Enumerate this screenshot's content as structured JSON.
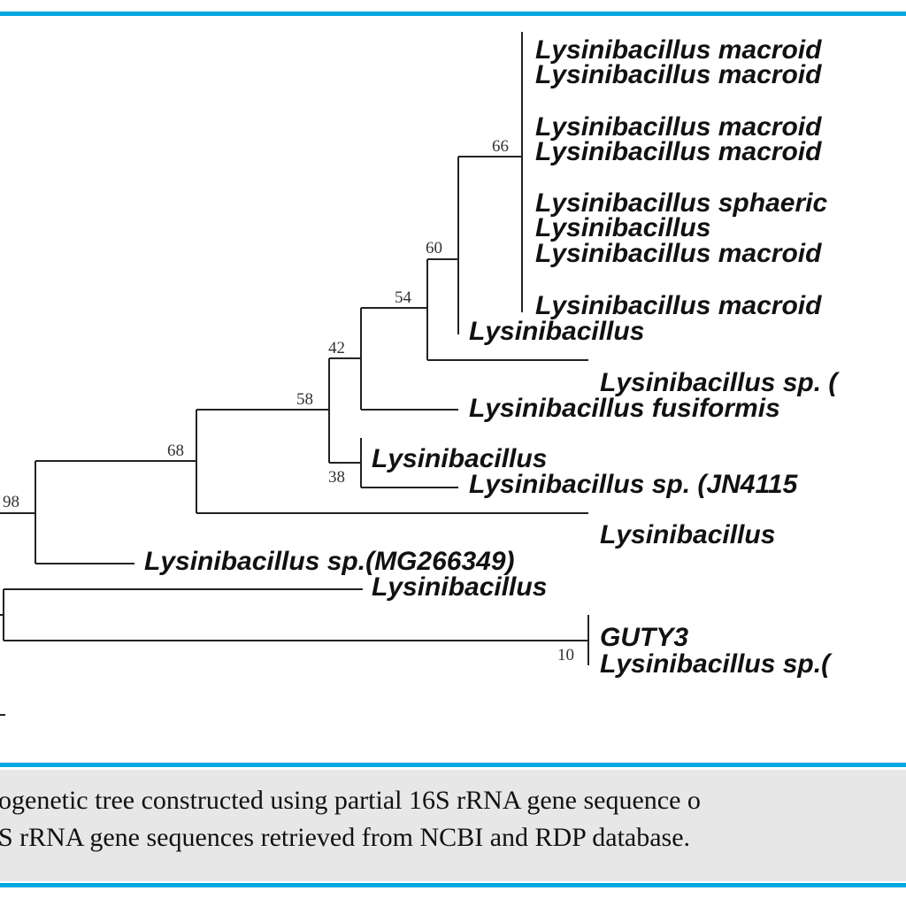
{
  "colors": {
    "accent": "#00a7e1",
    "caption_bg": "#e7e7e7",
    "branch": "#222222"
  },
  "tree": {
    "leaves": [
      "Lysinibacillus macroid",
      "Lysinibacillus macroid",
      "Lysinibacillus macroid",
      "Lysinibacillus macroid",
      "Lysinibacillus sphaeric",
      "Lysinibacillus",
      "Lysinibacillus macroid",
      "Lysinibacillus macroid",
      "Lysinibacillus",
      "Lysinibacillus sp. (",
      "Lysinibacillus fusiformis",
      "Lysinibacillus",
      "Lysinibacillus sp. (JN4115",
      "Lysinibacillus",
      "Lysinibacillus sp.(MG266349)",
      "Lysinibacillus",
      "GUTY3",
      "Lysinibacillus sp.("
    ],
    "bootstrap": [
      "66",
      "60",
      "54",
      "42",
      "58",
      "38",
      "68",
      "98",
      "10"
    ]
  },
  "caption": {
    "line1": "ogenetic tree constructed using partial 16S rRNA gene sequence o",
    "line2": "S rRNA gene sequences retrieved from NCBI and RDP database."
  }
}
